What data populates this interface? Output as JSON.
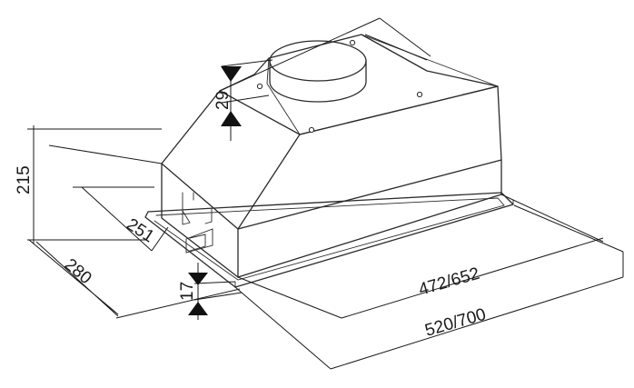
{
  "dimensions": {
    "height_total": "215",
    "outlet_height": "29",
    "depth_inner": "251",
    "depth_outer": "280",
    "frame_thickness": "17",
    "width_inner": "472/652",
    "width_outer": "520/700"
  },
  "colors": {
    "line": "#2b2b2b",
    "arrow": "#111111",
    "background": "#ffffff"
  }
}
